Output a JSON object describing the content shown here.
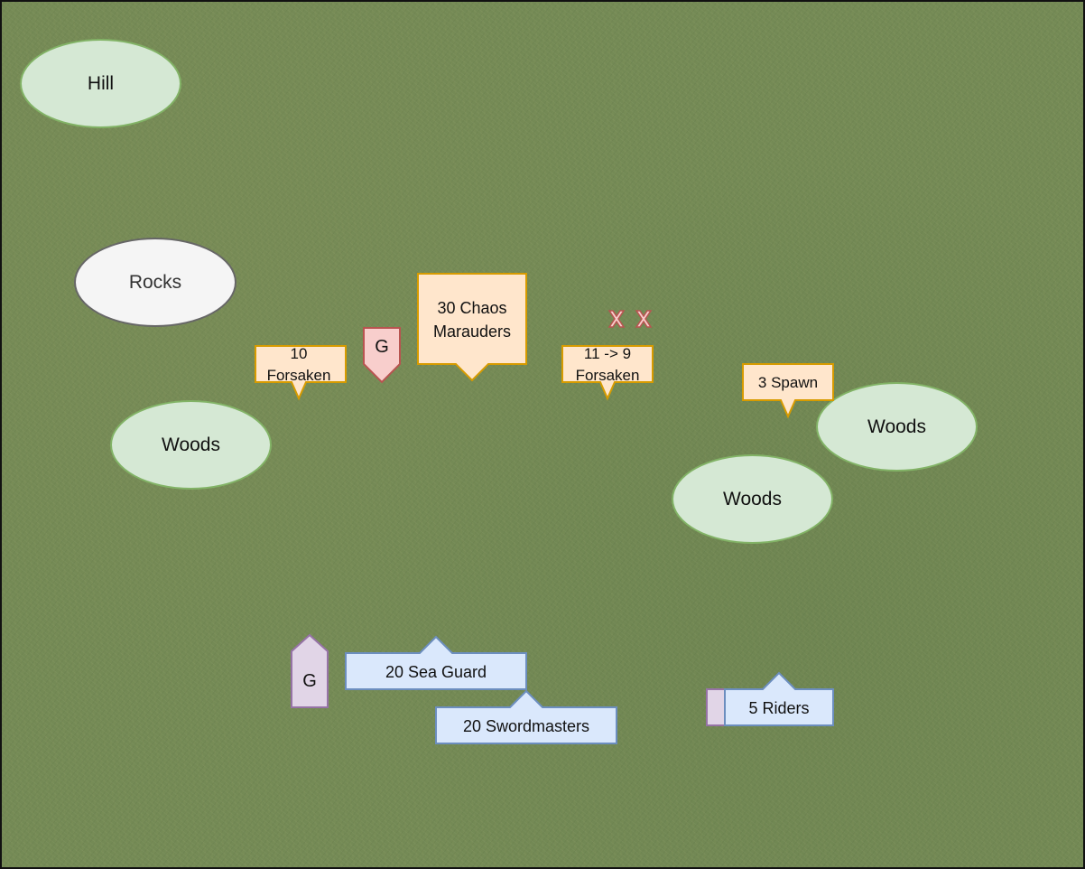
{
  "terrain": {
    "hill": "Hill",
    "rocks": "Rocks",
    "woods_left": "Woods",
    "woods_right_upper": "Woods",
    "woods_right_lower": "Woods"
  },
  "red_units": {
    "forsaken_left_line1": "10",
    "forsaken_left_line2": "Forsaken",
    "general": "G",
    "marauders_line1": "30 Chaos",
    "marauders_line2": "Marauders",
    "forsaken_right_line1": "11 -> 9",
    "forsaken_right_line2": "Forsaken",
    "spawn": "3 Spawn",
    "casualty_marks": [
      "X",
      "X"
    ]
  },
  "blue_units": {
    "general": "G",
    "sea_guard": "20 Sea Guard",
    "swordmasters": "20 Swordmasters",
    "riders": "5 Riders"
  },
  "colors": {
    "grass": "#748a55",
    "terrain_fill": "#d5e8d4",
    "terrain_stroke": "#82b366",
    "rocks_fill": "#f5f5f5",
    "rocks_stroke": "#666666",
    "red_unit_fill": "#ffe6cc",
    "red_unit_stroke": "#d79b00",
    "red_general_fill": "#f8cecc",
    "red_general_stroke": "#b85450",
    "blue_unit_fill": "#dae8fc",
    "blue_unit_stroke": "#6c8ebf",
    "blue_general_fill": "#e1d5e7",
    "blue_general_stroke": "#9673a6"
  }
}
